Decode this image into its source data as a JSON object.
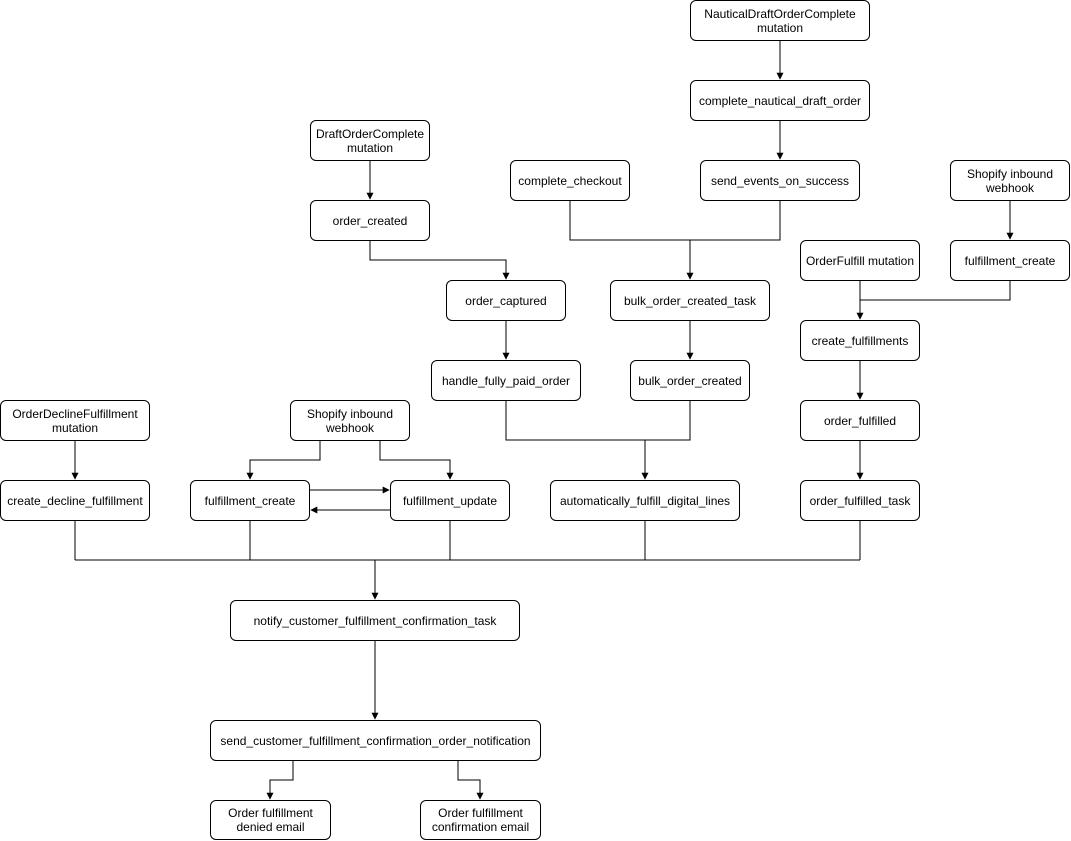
{
  "nodes": {
    "nautical_mutation": "NauticalDraftOrderComplete\nmutation",
    "complete_nautical_draft_order": "complete_nautical_draft_order",
    "draft_order_complete_mutation": "DraftOrderComplete\nmutation",
    "complete_checkout": "complete_checkout",
    "send_events_on_success": "send_events_on_success",
    "shopify_webhook_right": "Shopify inbound\nwebhook",
    "order_created": "order_created",
    "order_fulfill_mutation": "OrderFulfill mutation",
    "fulfillment_create_right": "fulfillment_create",
    "order_captured": "order_captured",
    "bulk_order_created_task": "bulk_order_created_task",
    "create_fulfillments": "create_fulfillments",
    "handle_fully_paid_order": "handle_fully_paid_order",
    "bulk_order_created": "bulk_order_created",
    "order_decline_fulfillment_mutation": "OrderDeclineFulfillment\nmutation",
    "shopify_webhook_left": "Shopify inbound\nwebhook",
    "order_fulfilled": "order_fulfilled",
    "create_decline_fulfillment": "create_decline_fulfillment",
    "fulfillment_create_left": "fulfillment_create",
    "fulfillment_update": "fulfillment_update",
    "automatically_fulfill_digital_lines": "automatically_fulfill_digital_lines",
    "order_fulfilled_task": "order_fulfilled_task",
    "notify_customer_task": "notify_customer_fulfillment_confirmation_task",
    "send_customer_notification": "send_customer_fulfillment_confirmation_order_notification",
    "denied_email": "Order fulfillment\ndenied email",
    "confirmation_email": "Order fulfillment\nconfirmation email"
  },
  "colors": {
    "stroke": "#000000",
    "fill": "#ffffff",
    "text": "#000000"
  }
}
